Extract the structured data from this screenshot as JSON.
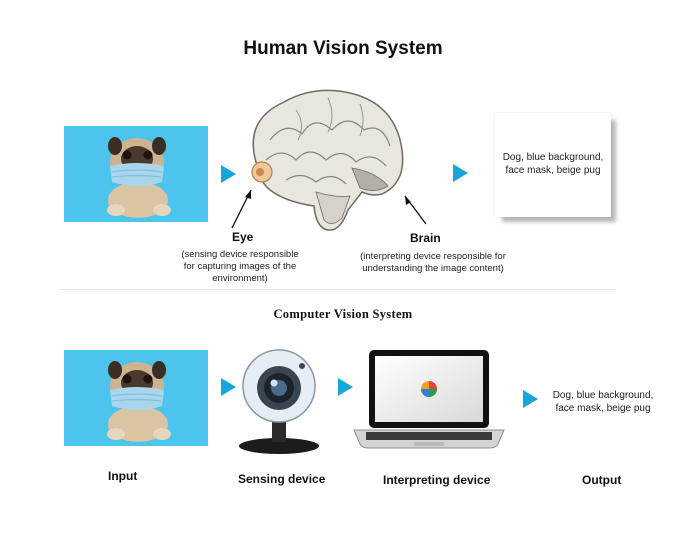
{
  "human": {
    "title": "Human Vision System",
    "eye_label": "Eye",
    "eye_desc_1": "(sensing device responsible",
    "eye_desc_2": "for capturing images of the",
    "eye_desc_3": "environment)",
    "brain_label": "Brain",
    "brain_desc_1": "(interpreting device responsible for",
    "brain_desc_2": "understanding the image content)",
    "output_line_1": "Dog, blue background,",
    "output_line_2": "face mask, beige pug"
  },
  "computer": {
    "title": "Computer Vision System",
    "input_label": "Input",
    "sensing_label": "Sensing device",
    "interpreting_label": "Interpreting device",
    "output_label": "Output",
    "output_line_1": "Dog, blue background,",
    "output_line_2": "face mask, beige pug"
  },
  "colors": {
    "arrow": "#17a6d9",
    "photo_background": "#4cc4ec"
  }
}
